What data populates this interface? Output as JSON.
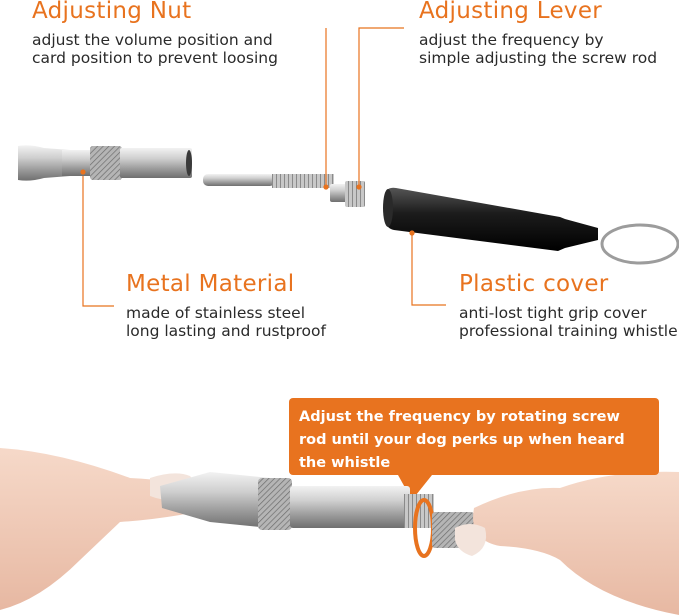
{
  "colors": {
    "accent": "#E8731F",
    "callout_bg": "#E8731F",
    "title_text": "#E8731F",
    "body_text": "#2A2A2A"
  },
  "labels": {
    "adjusting_nut": {
      "title": "Adjusting Nut",
      "lines": [
        "adjust the volume position and",
        "card position to prevent  loosing"
      ]
    },
    "adjusting_lever": {
      "title": "Adjusting Lever",
      "lines": [
        "adjust the frequency by",
        "simple adjusting the screw rod"
      ]
    },
    "metal_material": {
      "title": "Metal Material",
      "lines": [
        "made of stainless steel",
        "long lasting and rustproof"
      ]
    },
    "plastic_cover": {
      "title": "Plastic cover",
      "lines": [
        "anti-lost tight grip cover",
        "professional training whistle"
      ]
    }
  },
  "callout": {
    "lines": [
      "Adjust the frequency by rotating screw",
      "rod until your dog perks up when heard",
      "the whistle"
    ]
  },
  "icons": [
    "metal-whistle-body",
    "screw-rod",
    "plastic-cover-keyring",
    "hands-holding-whistle"
  ]
}
